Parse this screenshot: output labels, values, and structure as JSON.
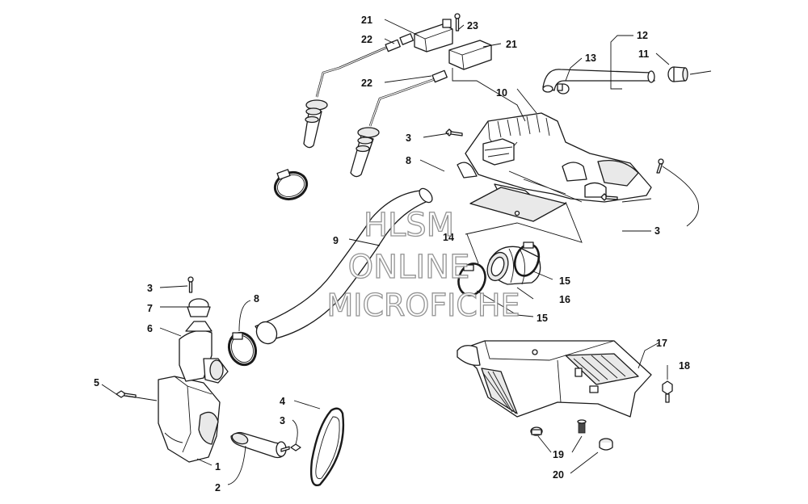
{
  "diagram": {
    "labels": [
      "1",
      "2",
      "3",
      "4",
      "5",
      "6",
      "7",
      "8",
      "9",
      "10",
      "11",
      "12",
      "13",
      "14",
      "15",
      "16",
      "17",
      "18",
      "19",
      "20",
      "21",
      "22",
      "23"
    ]
  },
  "watermark": {
    "line1": "HLSM",
    "line2": "ONLINE",
    "line3": "MICROFICHE"
  },
  "colors": {
    "line": "#1a1a1a",
    "watermark_outline": "#8a8a8a",
    "background": "#ffffff"
  }
}
